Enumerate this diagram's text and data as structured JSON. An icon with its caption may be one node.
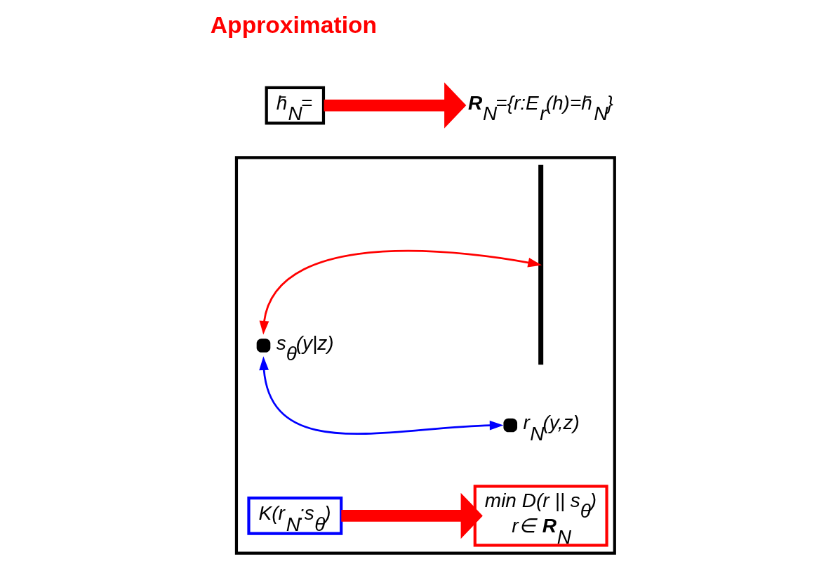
{
  "diagram": {
    "nodes": [
      {
        "text": [],
        "shape": "box"
      },
      {
        "text": [
          "h̄$_{N}$="
        ]
      },
      {
        "text": [],
        "shape": "circle",
        "in": 0,
        "beside": [
          "r$_{N}$(y,z)"
        ]
      },
      {
        "text": [],
        "shape": "bar",
        "in": 0
      },
      {
        "text": [],
        "shape": "circle",
        "in": 0,
        "beside": [
          "s$_{θ}$(y|z)"
        ]
      },
      {
        "text": [
          "K(r$_{N}$:s$_{θ}$)"
        ],
        "in": 0
      },
      {
        "text": [
          "min D(r || s$_{θ}$)",
          "r∈ **R**$_{N}$"
        ],
        "in": 0
      },
      {
        "text": [
          "**R**$_{N}$={r:E$_{r}$(h)=h̄$_{N}$}"
        ]
      }
    ],
    "edges": [
      {
        "from": 4,
        "to": 2,
        "arrow": "both",
        "color": "#0000ff"
      },
      {
        "from": 4,
        "to": 3,
        "arrow": "both",
        "color": "#ff0000"
      },
      {
        "from": 1,
        "to": 7,
        "arrow": "to",
        "style": "thick",
        "color": "#ff0000"
      },
      {
        "from": 5,
        "to": 6,
        "arrow": "to",
        "style": "thick",
        "color": "#ff0000"
      }
    ],
    "labels": [
      "Approximation"
    ]
  }
}
